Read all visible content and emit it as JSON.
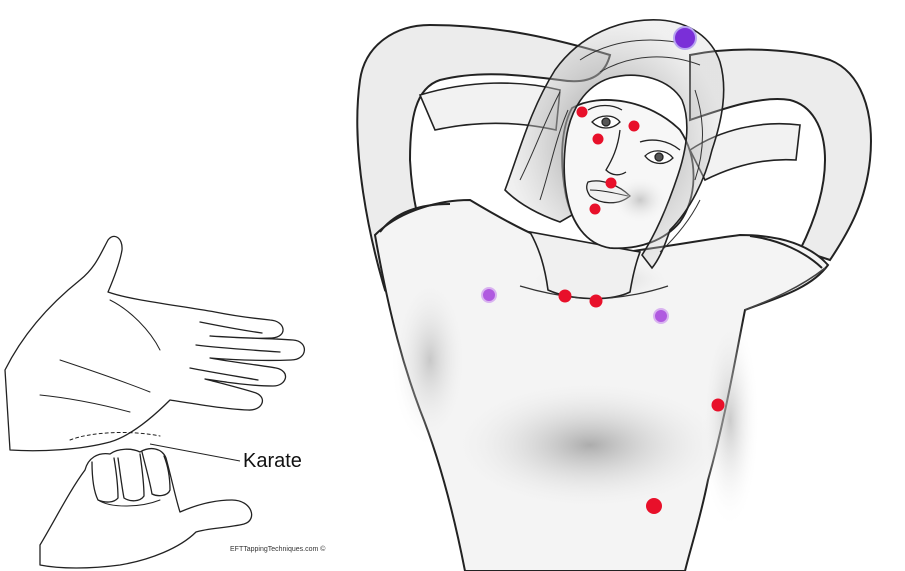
{
  "labels": {
    "karate": "Karate",
    "credit": "EFTTappingTechniques.com ©"
  },
  "points": {
    "red": "#e8102a",
    "purple": "#b05ae0",
    "dark_purple": "#7a2fd8"
  },
  "icons": {
    "hand": "hand-illustration",
    "figure": "woman-illustration"
  }
}
